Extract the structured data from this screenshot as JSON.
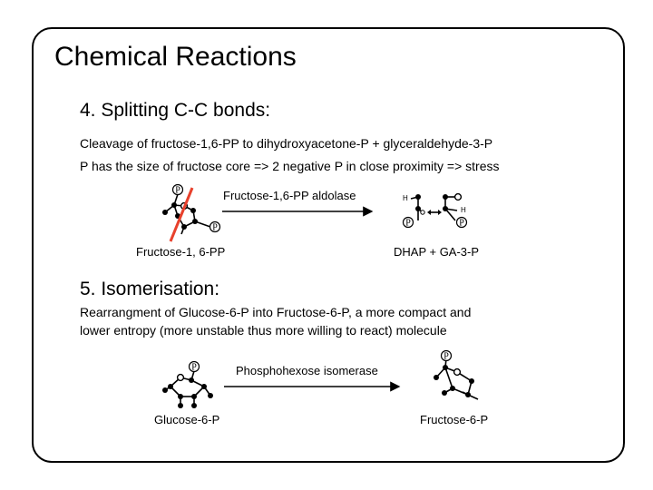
{
  "slide": {
    "title": "Chemical Reactions",
    "section1": {
      "heading": "4. Splitting C-C bonds:",
      "line1": "Cleavage of fructose-1,6-PP to dihydroxyacetone-P + glyceraldehyde-3-P",
      "line2": "P has the size of fructose core => 2 negative P in close proximity => stress",
      "enzyme": "Fructose-1,6-PP aldolase",
      "substrate_label": "Fructose-1, 6-PP",
      "product_label": "DHAP + GA-3-P"
    },
    "section2": {
      "heading": "5. Isomerisation:",
      "line1": "Rearrangment of Glucose-6-P into Fructose-6-P, a more compact and",
      "line2": "lower entropy (more unstable thus more willing to react) molecule",
      "enzyme": "Phosphohexose isomerase",
      "substrate_label": "Glucose-6-P",
      "product_label": "Fructose-6-P"
    },
    "phosphate_symbol": "P",
    "hydrogen_symbol": "H",
    "colors": {
      "cleavage_line": "#e8412c",
      "ink": "#000000",
      "frame": "#000000"
    }
  }
}
